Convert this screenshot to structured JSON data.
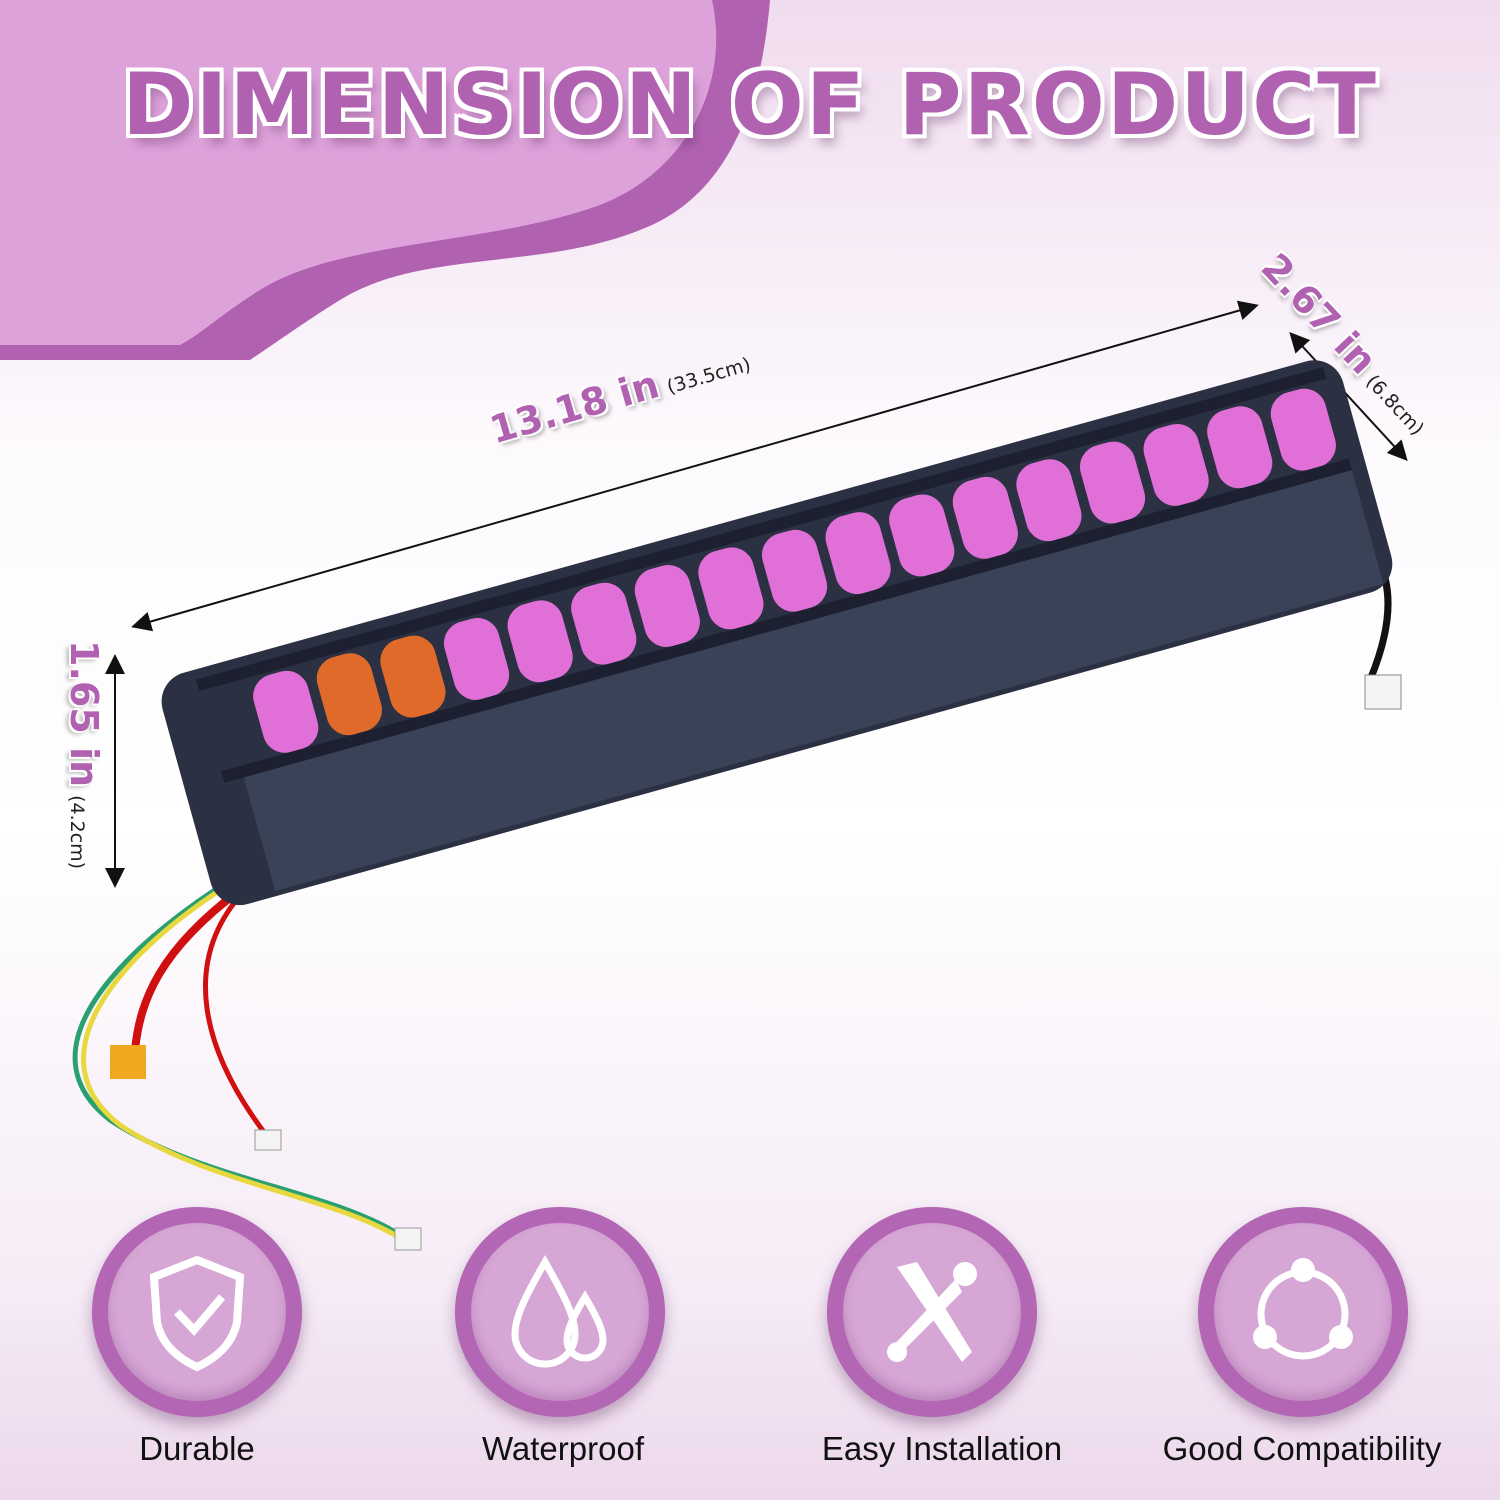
{
  "title": "DIMENSION OF PRODUCT",
  "dimensions": {
    "length": {
      "value": "13.18 in",
      "metric": "(33.5cm)"
    },
    "width": {
      "value": "2.67 in",
      "metric": "(6.8cm)"
    },
    "height": {
      "value": "1.65 in",
      "metric": "(4.2cm)"
    }
  },
  "features": [
    {
      "label": "Durable",
      "icon": "shield-check-icon"
    },
    {
      "label": "Waterproof",
      "icon": "water-drops-icon"
    },
    {
      "label": "Easy Installation",
      "icon": "wrench-screwdriver-icon"
    },
    {
      "label": "Good Compatibility",
      "icon": "cycle-nodes-icon"
    }
  ],
  "colors": {
    "accent": "#b062b0",
    "blob_light": "#dea2db",
    "cell_pink": "#e070d8",
    "cell_orange": "#e06a2a",
    "casing": "#2a3040"
  }
}
